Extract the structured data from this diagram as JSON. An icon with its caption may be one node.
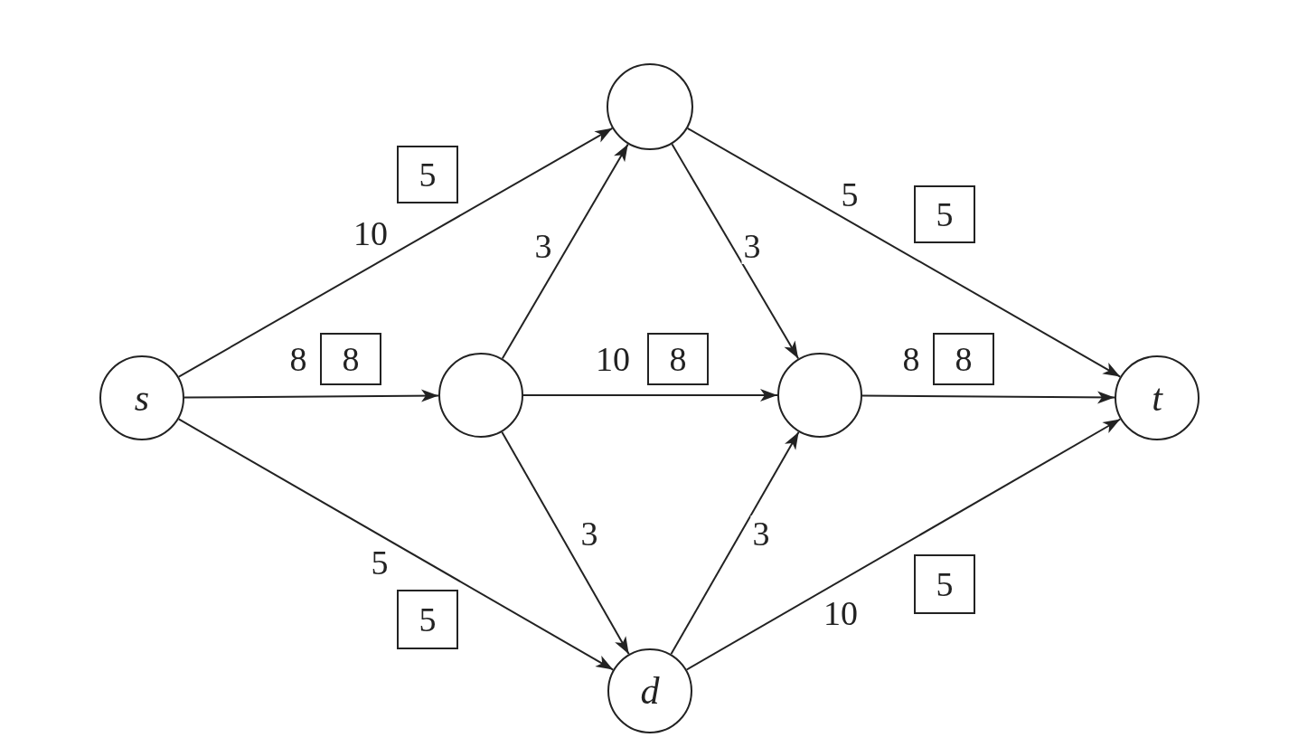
{
  "diagram": {
    "nodes": [
      {
        "text": [],
        "shape": "circle"
      },
      {
        "text": [
          "5"
        ]
      },
      {
        "text": [
          "5"
        ]
      },
      {
        "text": [
          "8"
        ]
      },
      {
        "text": [
          "8"
        ]
      },
      {
        "text": [
          "8"
        ]
      },
      {
        "text": [
          "s"
        ]
      },
      {
        "text": [],
        "shape": "circle"
      },
      {
        "text": [],
        "shape": "circle"
      },
      {
        "text": [
          "t"
        ]
      },
      {
        "text": [
          "5"
        ]
      },
      {
        "text": [
          "5"
        ]
      },
      {
        "text": [
          "d"
        ]
      }
    ],
    "edges": [
      {
        "from": 6,
        "to": 0,
        "arrow": "to",
        "label": "10"
      },
      {
        "from": 6,
        "to": 7,
        "arrow": "to",
        "label": "8"
      },
      {
        "from": 6,
        "to": 12,
        "arrow": "to",
        "label": "5"
      },
      {
        "from": 7,
        "to": 0,
        "arrow": "to",
        "label": "3"
      },
      {
        "from": 7,
        "to": 8,
        "arrow": "to",
        "label": "10"
      },
      {
        "from": 7,
        "to": 12,
        "arrow": "to",
        "label": "3"
      },
      {
        "from": 0,
        "to": 8,
        "arrow": "to",
        "label": "3"
      },
      {
        "from": 0,
        "to": 9,
        "arrow": "to",
        "label": "5"
      },
      {
        "from": 12,
        "to": 8,
        "arrow": "to",
        "label": "3"
      },
      {
        "from": 8,
        "to": 9,
        "arrow": "to",
        "label": "8"
      },
      {
        "from": 12,
        "to": 9,
        "arrow": "to",
        "label": "10"
      }
    ]
  }
}
